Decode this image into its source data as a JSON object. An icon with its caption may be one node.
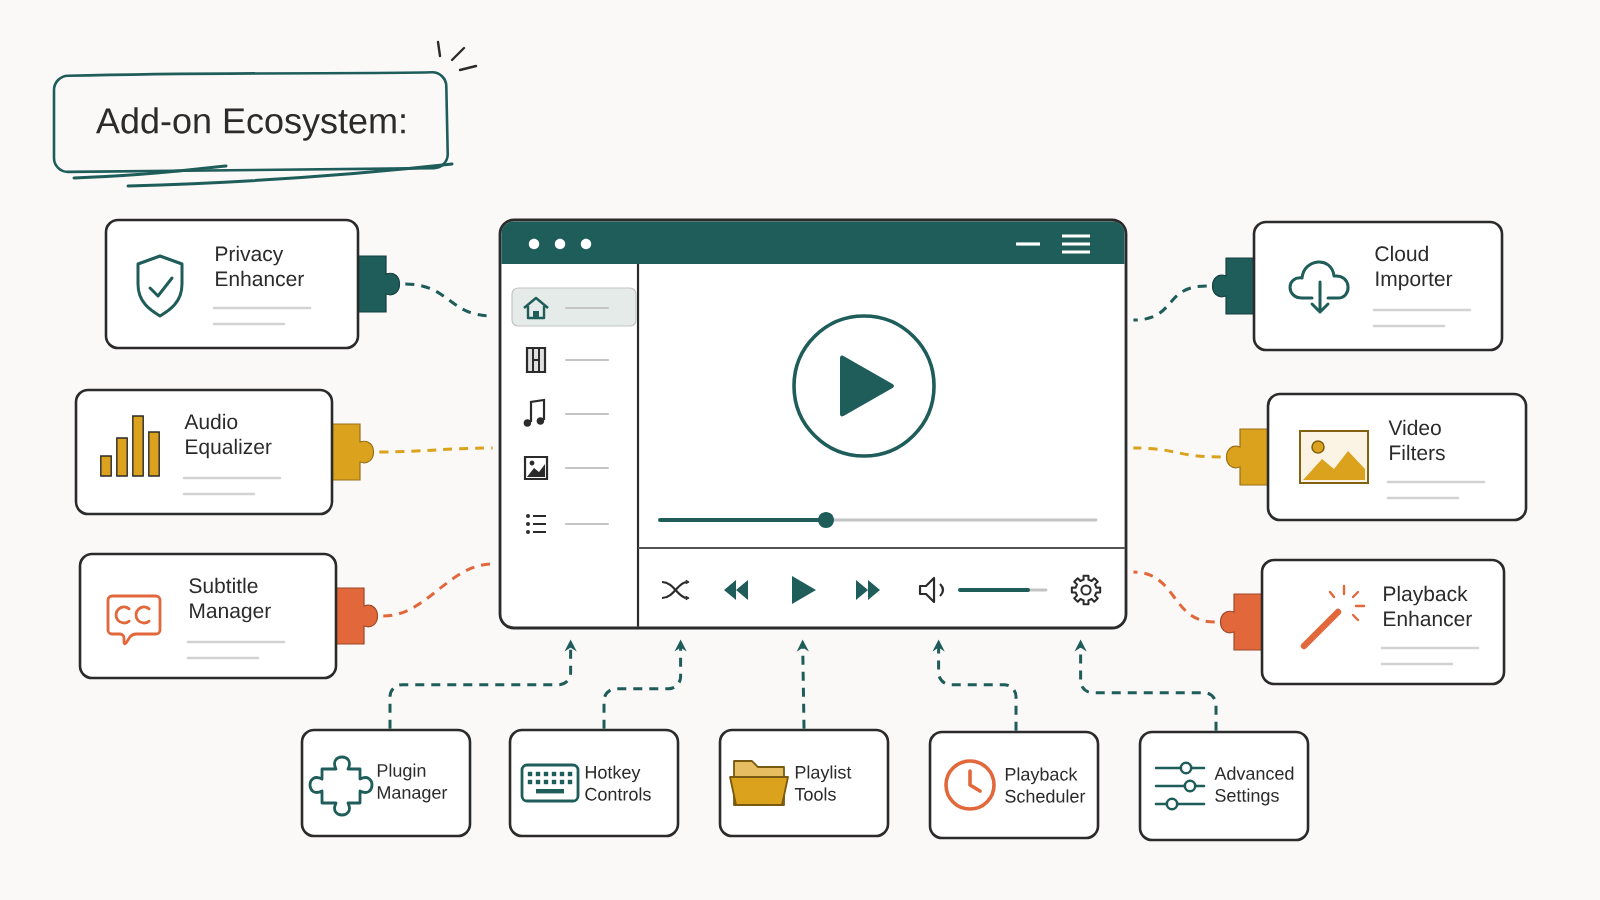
{
  "diagram": {
    "title": "Add-on Ecosystem:",
    "nodes": [
      {
        "text": [
          "Privacy Enhancer"
        ]
      },
      {
        "text": [],
        "shape": "picture"
      },
      {
        "text": [
          "Cloud Importer"
        ]
      },
      {
        "text": [
          "Audio Equalizer"
        ]
      },
      {
        "text": [
          "Video Filters"
        ]
      },
      {
        "text": [
          "Subtitle Manager"
        ]
      },
      {
        "text": [
          "Playback Enhancer"
        ]
      },
      {
        "text": [
          "Plugin Manager"
        ]
      },
      {
        "text": [
          "Hotkey Controls"
        ]
      },
      {
        "text": [
          "Playlist Tools"
        ]
      },
      {
        "text": [
          "Playback Scheduler"
        ]
      },
      {
        "text": [
          "Advanced Settings"
        ]
      }
    ],
    "edges": [
      {
        "from": 0,
        "to": 1,
        "arrow": "none",
        "style": "dashed"
      },
      {
        "from": 2,
        "to": 1,
        "arrow": "none",
        "style": "dashed"
      },
      {
        "from": 3,
        "to": 1,
        "arrow": "none",
        "style": "dashed",
        "color": "#dba21e"
      },
      {
        "from": 4,
        "to": 1,
        "arrow": "none",
        "style": "dashed",
        "color": "#dba21e"
      },
      {
        "from": 5,
        "to": 1,
        "arrow": "none",
        "style": "dashed",
        "color": "#e2683c"
      },
      {
        "from": 6,
        "to": 1,
        "arrow": "none",
        "style": "dashed",
        "color": "#e2683c"
      },
      {
        "from": 7,
        "to": 1,
        "arrow": "to",
        "style": "dashed"
      },
      {
        "from": 8,
        "to": 1,
        "arrow": "to",
        "style": "dashed"
      },
      {
        "from": 9,
        "to": 1,
        "arrow": "to",
        "style": "dashed"
      },
      {
        "from": 10,
        "to": 1,
        "arrow": "to",
        "style": "dashed"
      },
      {
        "from": 11,
        "to": 1,
        "arrow": "to",
        "style": "dashed"
      }
    ]
  }
}
